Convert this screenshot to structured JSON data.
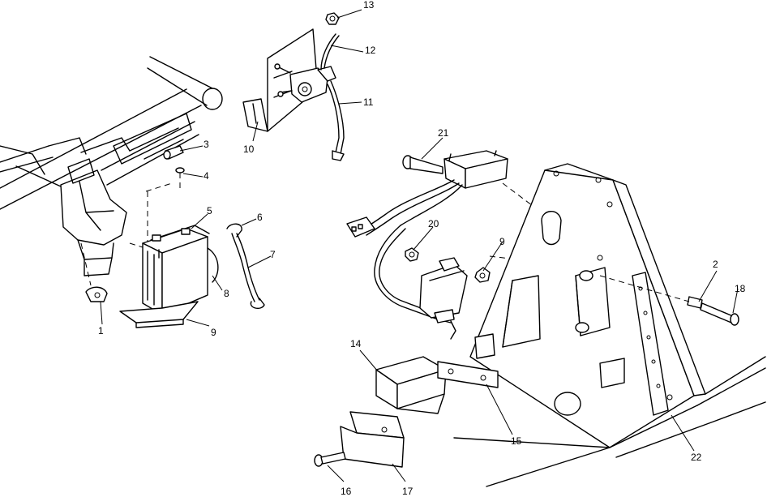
{
  "callouts": [
    {
      "id": "c1",
      "label": "1"
    },
    {
      "id": "c2",
      "label": "2"
    },
    {
      "id": "c3",
      "label": "3"
    },
    {
      "id": "c4",
      "label": "4"
    },
    {
      "id": "c5",
      "label": "5"
    },
    {
      "id": "c6",
      "label": "6"
    },
    {
      "id": "c7",
      "label": "7"
    },
    {
      "id": "c8",
      "label": "8"
    },
    {
      "id": "c9a",
      "label": "9"
    },
    {
      "id": "c9b",
      "label": "9"
    },
    {
      "id": "c10",
      "label": "10"
    },
    {
      "id": "c11",
      "label": "11"
    },
    {
      "id": "c12",
      "label": "12"
    },
    {
      "id": "c13",
      "label": "13"
    },
    {
      "id": "c14",
      "label": "14"
    },
    {
      "id": "c15",
      "label": "15"
    },
    {
      "id": "c16",
      "label": "16"
    },
    {
      "id": "c17",
      "label": "17"
    },
    {
      "id": "c18",
      "label": "18"
    },
    {
      "id": "c20",
      "label": "20"
    },
    {
      "id": "c21",
      "label": "21"
    },
    {
      "id": "c22",
      "label": "22"
    }
  ]
}
